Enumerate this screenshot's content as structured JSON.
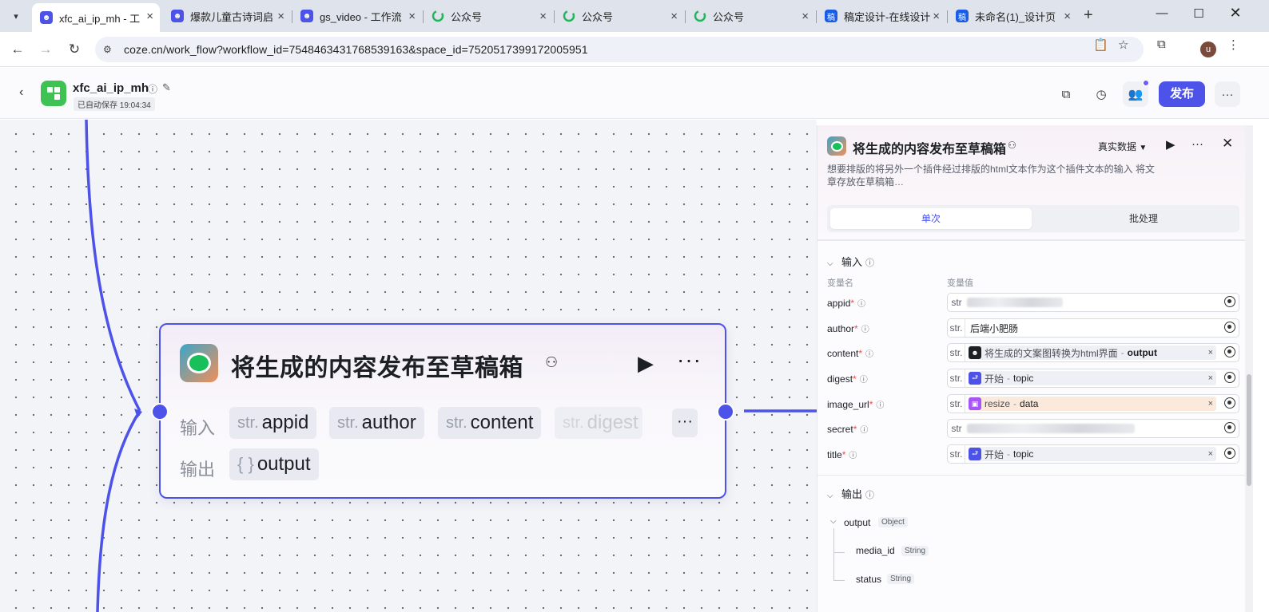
{
  "browser": {
    "tabs": [
      {
        "title": "xfc_ai_ip_mh - 工",
        "icon": "coze-icon",
        "active": true
      },
      {
        "title": "爆款儿童古诗词启",
        "icon": "coze-icon"
      },
      {
        "title": "gs_video - 工作流",
        "icon": "coze-icon"
      },
      {
        "title": "公众号",
        "icon": "wechat-official-icon"
      },
      {
        "title": "公众号",
        "icon": "wechat-official-icon"
      },
      {
        "title": "公众号",
        "icon": "wechat-official-icon"
      },
      {
        "title": "稿定设计-在线设计",
        "icon": "gaoding-icon"
      },
      {
        "title": "未命名(1)_设计页",
        "icon": "gaoding-icon"
      }
    ],
    "url": "coze.cn/work_flow?workflow_id=7548463431768539163&space_id=7520517399172005951",
    "profile_initial": "u"
  },
  "app": {
    "name": "xfc_ai_ip_mh",
    "autosave": "已自动保存 19:04:34",
    "publish_label": "发布",
    "accent": "#4d53e8"
  },
  "node": {
    "title": "将生成的内容发布至草稿箱",
    "input_label": "输入",
    "output_label": "输出",
    "inputs": [
      {
        "type": "str.",
        "name": "appid"
      },
      {
        "type": "str.",
        "name": "author"
      },
      {
        "type": "str.",
        "name": "content"
      },
      {
        "type": "str.",
        "name": "digest"
      }
    ],
    "output": {
      "type": "{ }",
      "name": "output"
    }
  },
  "panel": {
    "title": "将生成的内容发布至草稿箱",
    "data_mode": "真实数据",
    "description": "想要排版的将另外一个插件经过排版的html文本作为这个插件文本的输入 将文章存放在草稿箱…",
    "tabs": {
      "single": "单次",
      "batch": "批处理"
    },
    "input_section": "输入",
    "col_name": "变量名",
    "col_value": "变量值",
    "params": [
      {
        "name": "appid",
        "type": "str",
        "kind": "masked"
      },
      {
        "name": "author",
        "type": "str.",
        "kind": "text",
        "value": "后端小肥肠"
      },
      {
        "name": "content",
        "type": "str.",
        "kind": "ref",
        "source": "将生成的文案图转换为html界面",
        "output": "output",
        "color": "#1c1f23"
      },
      {
        "name": "digest",
        "type": "str.",
        "kind": "ref",
        "source": "开始",
        "output": "topic",
        "color": "#4d53e8"
      },
      {
        "name": "image_url",
        "type": "str.",
        "kind": "ref",
        "source": "resize",
        "output": "data",
        "color": "#a855f7",
        "highlight": true
      },
      {
        "name": "secret",
        "type": "str",
        "kind": "masked"
      },
      {
        "name": "title",
        "type": "str.",
        "kind": "ref",
        "source": "开始",
        "output": "topic",
        "color": "#4d53e8"
      }
    ],
    "output_section": "输出",
    "outputs": {
      "name": "output",
      "type": "Object",
      "children": [
        {
          "name": "media_id",
          "type": "String"
        },
        {
          "name": "status",
          "type": "String"
        }
      ]
    }
  }
}
